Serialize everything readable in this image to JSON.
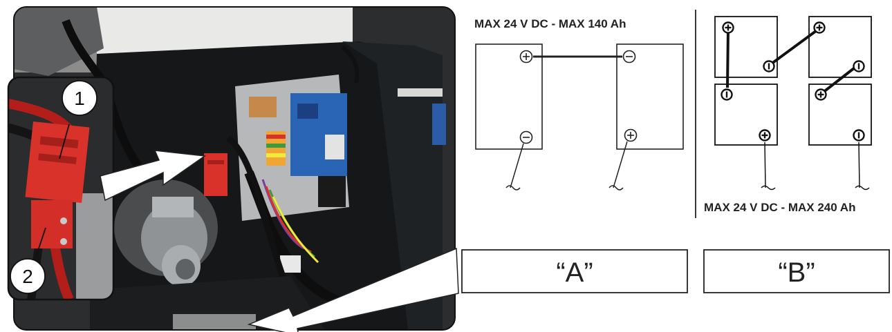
{
  "photo": {
    "callout_1": "1",
    "callout_2": "2"
  },
  "diagram_a": {
    "heading": "MAX 24 V DC - MAX 140 Ah",
    "label": "“A”"
  },
  "diagram_b": {
    "heading": "MAX 24 V DC - MAX 240 Ah",
    "label": "“B”"
  },
  "colors": {
    "connector_red": "#d9322a",
    "cable_red": "#b41e1a",
    "controller_blue": "#2a64b4",
    "panel_dark": "#16181a",
    "metal": "#a9adb0",
    "line": "#222222"
  },
  "icons": {
    "plus_terminal": "circled-plus",
    "minus_terminal": "circled-minus",
    "ground": "ground-symbol"
  }
}
